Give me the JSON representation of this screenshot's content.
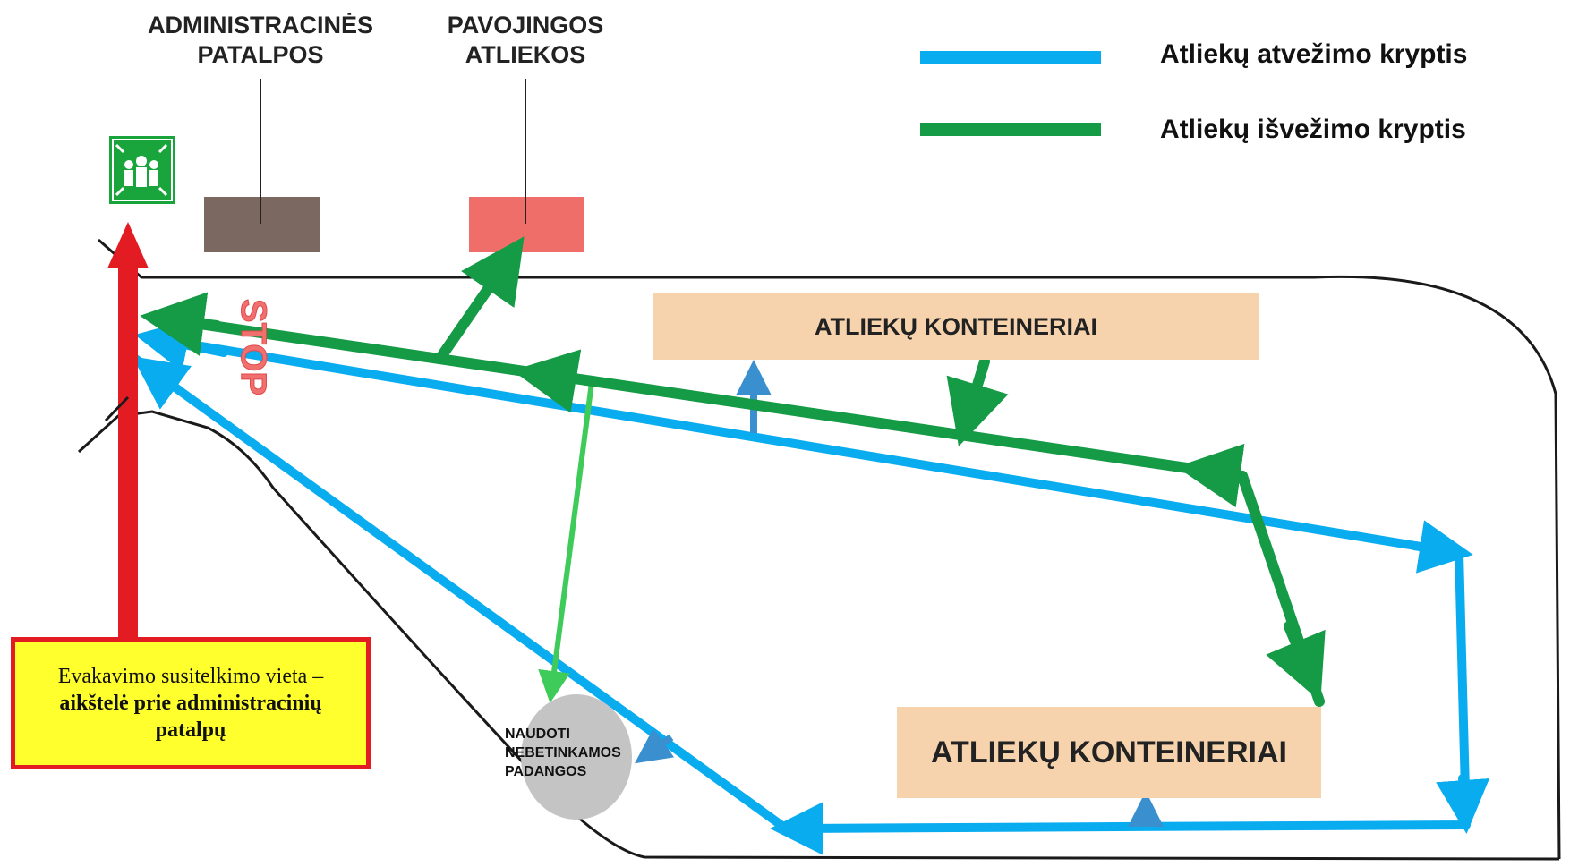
{
  "buildings": {
    "admin_label_line1": "ADMINISTRACINĖS",
    "admin_label_line2": "PATALPOS",
    "hazard_label_line1": "PAVOJINGOS",
    "hazard_label_line2": "ATLIEKOS"
  },
  "legend": {
    "delivery_label": "Atliekų atvežimo kryptis",
    "removal_label": "Atliekų išvežimo kryptis"
  },
  "containers": {
    "top_label": "ATLIEKŲ KONTEINERIAI",
    "bottom_label": "ATLIEKŲ KONTEINERIAI"
  },
  "tires": {
    "line1": "NAUDOTI",
    "line2": "NEBETINKAMOS",
    "line3": "PADANGOS"
  },
  "evacuation": {
    "line1": "Evakavimo susitelkimo vieta –",
    "line2": "aikštelė prie administracinių",
    "line3": "patalpų"
  },
  "stop_sign": "STOP",
  "colors": {
    "delivery": "#0aacf0",
    "removal": "#159a46",
    "tire_route": "#3fcb5a",
    "evac_arrow": "#e31b23",
    "admin_building": "#7b6860",
    "hazard_building": "#f06e69",
    "container_fill": "#f6d3ad",
    "evac_box_fill": "#ffff2e",
    "evac_sign": "#1aa53c"
  },
  "icons": {
    "evac_sign": "assembly-point-icon"
  }
}
